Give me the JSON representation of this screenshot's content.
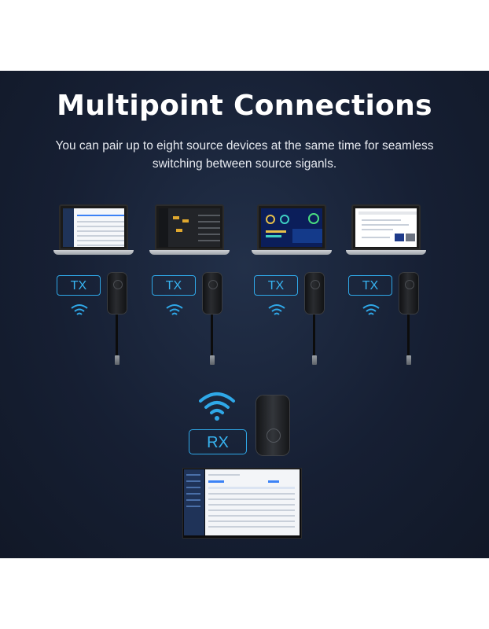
{
  "title": "Multipoint Connections",
  "subtitle": "You can pair up to eight source devices at the same time for seamless switching between source siganls.",
  "transmitters": [
    {
      "label": "TX"
    },
    {
      "label": "TX"
    },
    {
      "label": "TX"
    },
    {
      "label": "TX"
    }
  ],
  "receiver": {
    "label": "RX"
  },
  "colors": {
    "accent": "#2fa8e8",
    "background": "#161f33",
    "text": "#ffffff"
  }
}
